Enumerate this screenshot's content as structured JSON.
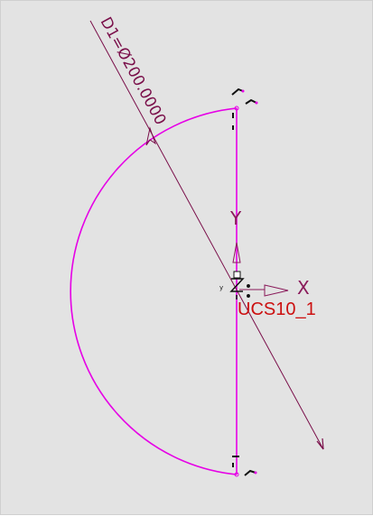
{
  "colors": {
    "background": "#e3e3e3",
    "sketch": "#e600e6",
    "dimension": "#7a0f4a",
    "axis": "#8a1a5a",
    "ucs_label": "#cc1010",
    "constraint": "#111111"
  },
  "dimension": {
    "label": "D1=Ø200.0000"
  },
  "axes": {
    "x_label": "X",
    "y_label": "Y",
    "small_y": "y"
  },
  "ucs": {
    "label": "UCS10_1"
  },
  "icons": [
    "dimension-arrow-icon",
    "constraint-marker-icon",
    "origin-marker-icon"
  ]
}
